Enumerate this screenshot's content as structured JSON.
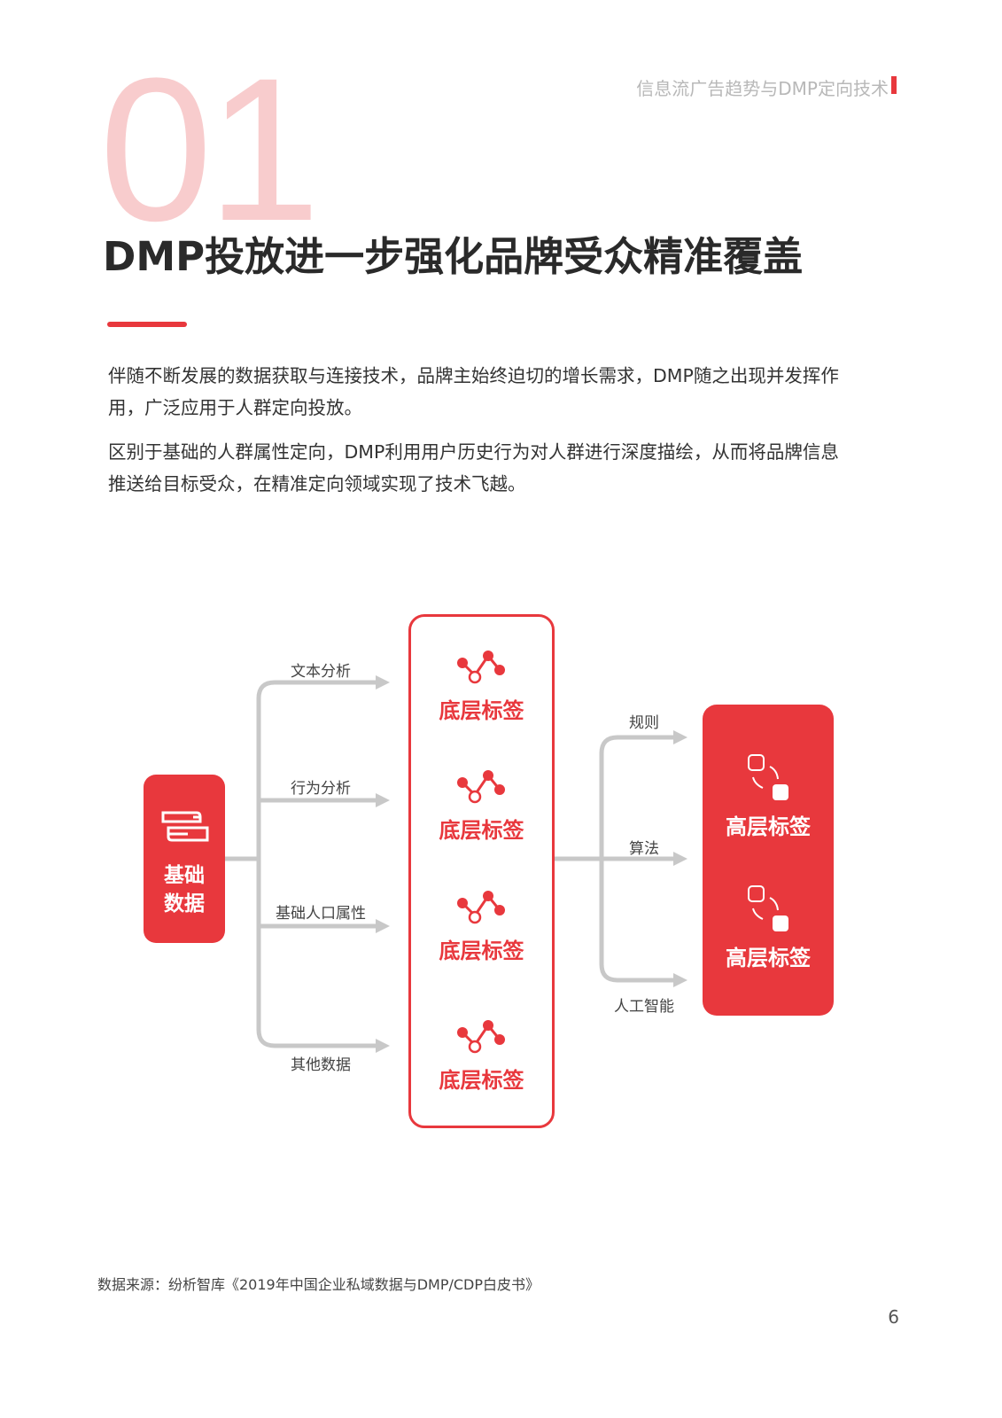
{
  "header": {
    "running_title": "信息流广告趋势与DMP定向技术"
  },
  "section": {
    "number": "01",
    "title": "DMP投放进一步强化品牌受众精准覆盖"
  },
  "body": {
    "paragraphs": [
      "伴随不断发展的数据获取与连接技术，品牌主始终迫切的增长需求，DMP随之出现并发挥作用，广泛应用于人群定向投放。",
      "区别于基础的人群属性定向，DMP利用用户历史行为对人群进行深度描绘，从而将品牌信息推送给目标受众，在精准定向领域实现了技术飞越。"
    ]
  },
  "diagram": {
    "source_node": {
      "line1": "基础",
      "line2": "数据",
      "icon": "data-card-icon"
    },
    "left_branches": [
      "文本分析",
      "行为分析",
      "基础人口属性",
      "其他数据"
    ],
    "low_tags": [
      "底层标签",
      "底层标签",
      "底层标签",
      "底层标签"
    ],
    "right_branches": [
      "规则",
      "算法",
      "人工智能"
    ],
    "high_tags": [
      "高层标签",
      "高层标签"
    ],
    "colors": {
      "accent": "#e8383d",
      "connector": "#c8c8c8"
    }
  },
  "footer": {
    "source": "数据来源：纷析智库《2019年中国企业私域数据与DMP/CDP白皮书》",
    "page": "6"
  }
}
